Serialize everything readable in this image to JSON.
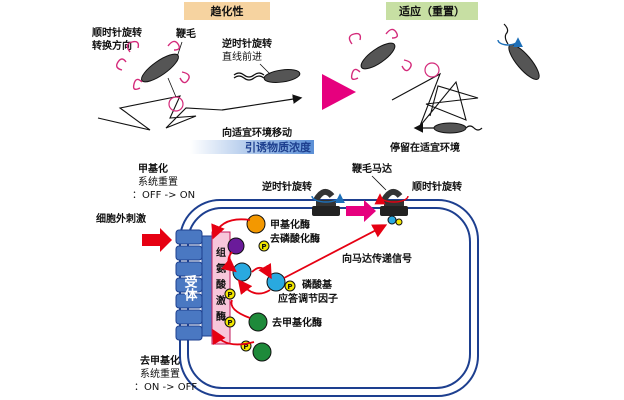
{
  "top": {
    "panel_left_title": "趋化性",
    "panel_right_title": "适应（重置）",
    "ccw_to_cw_label_line1": "顺时针旋转",
    "ccw_to_cw_label_line2": "转换方向",
    "flagellum_label": "鞭毛",
    "ccw_straight_line1": "逆时针旋转",
    "ccw_straight_line2": "直线前进",
    "move_label": "向适宜环境移动",
    "gradient_label": "引诱物质浓度",
    "stay_label": "停留在适宜环境"
  },
  "bottom": {
    "methylation_reset_title": "甲基化",
    "methylation_reset_line2": "系统重置",
    "methylation_reset_line3": "：OFF -> ON",
    "external_stimulus": "细胞外刺激",
    "receptor": "受体",
    "histidine_kinase": [
      "组",
      "氨",
      "酸",
      "激",
      "酶"
    ],
    "methyltransferase": "甲基化酶",
    "dephosphorylase": "去磷酸化酶",
    "phosphate": "磷酸基",
    "response_regulator": "应答调节因子",
    "demethylase": "去甲基化酶",
    "signal_to_motor": "向马达传递信号",
    "flagellar_motor": "鞭毛马达",
    "ccw_rotation": "逆时针旋转",
    "cw_rotation": "顺时针旋转",
    "demethylation_title": "去甲基化",
    "demethylation_line2": "系统重置",
    "demethylation_line3": "：ON -> OFF",
    "p_symbol": "P"
  },
  "colors": {
    "title_box": "#f6d3a0",
    "title_box_right": "#c7dfa3",
    "big_arrow": "#e6007e",
    "red_arrow": "#e60012",
    "cell_border": "#1d3f8f",
    "receptor_blue": "#4a78c2",
    "kinase_pink": "#f7c6da",
    "enzyme_orange": "#f39800",
    "enzyme_purple": "#6a1b9a",
    "regulator_cyan": "#29a9e0",
    "demethylase_green": "#1e8a3a",
    "phosphate_yellow": "#f2e600",
    "gradient_blue": "#5b8fd6"
  }
}
